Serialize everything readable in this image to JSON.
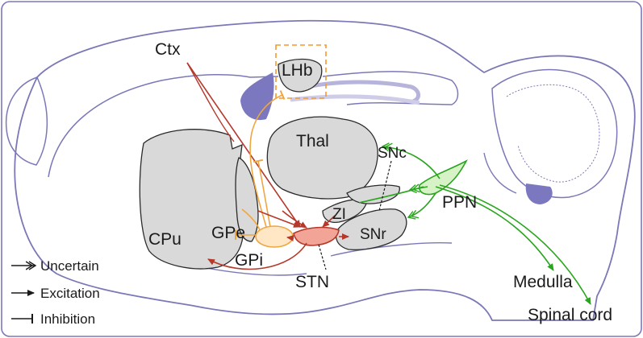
{
  "colors": {
    "outline": "#7b78b8",
    "region_fill": "#d9d9d9",
    "region_stroke": "#2b2b2b",
    "lhb_box": "#f29a2e",
    "ctx_path": "#b5382a",
    "orange_path": "#f0a640",
    "green_path": "#29a61e",
    "purple_fill": "#7b78c0",
    "stn_fill": "#f2a596",
    "gpi_fill": "#ffe7c6",
    "ppn_fill": "#d8f2c8"
  },
  "regions": {
    "ctx": "Ctx",
    "lhb": "LHb",
    "thal": "Thal",
    "snc": "SNc",
    "ppn": "PPN",
    "zi": "ZI",
    "snr": "SNr",
    "cpu": "CPu",
    "gpe": "GPe",
    "gpi": "GPi",
    "stn": "STN",
    "medulla": "Medulla",
    "spinal_cord": "Spinal cord"
  },
  "legend": {
    "uncertain": "Uncertain",
    "excitation": "Excitation",
    "inhibition": "Inhibition"
  }
}
